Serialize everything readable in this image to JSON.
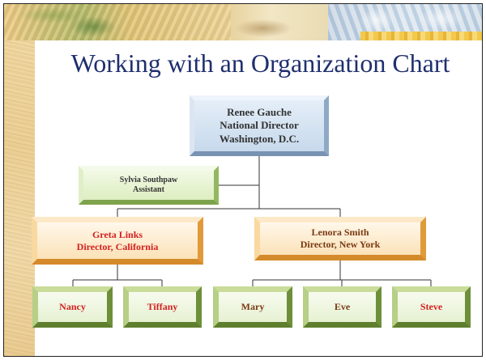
{
  "title": "Working with an Organization Chart",
  "org": {
    "root": {
      "line1": "Renee Gauche",
      "line2": "National Director",
      "line3": "Washington, D.C."
    },
    "assistant": {
      "line1": "Sylvia Southpaw",
      "line2": "Assistant"
    },
    "directors": [
      {
        "line1": "Greta Links",
        "line2": "Director, California"
      },
      {
        "line1": "Lenora Smith",
        "line2": "Director, New York"
      }
    ],
    "staff": [
      "Nancy",
      "Tiffany",
      "Mary",
      "Eve",
      "Steve"
    ]
  },
  "colors": {
    "title": "#1f2f6e",
    "root_box": "#c7d9ec",
    "assistant_box": "#ddeec0",
    "director_box": "#fbe2b8",
    "staff_box": "#e6f1d2",
    "red_text": "#d42020",
    "brown_text": "#7a3a12"
  }
}
